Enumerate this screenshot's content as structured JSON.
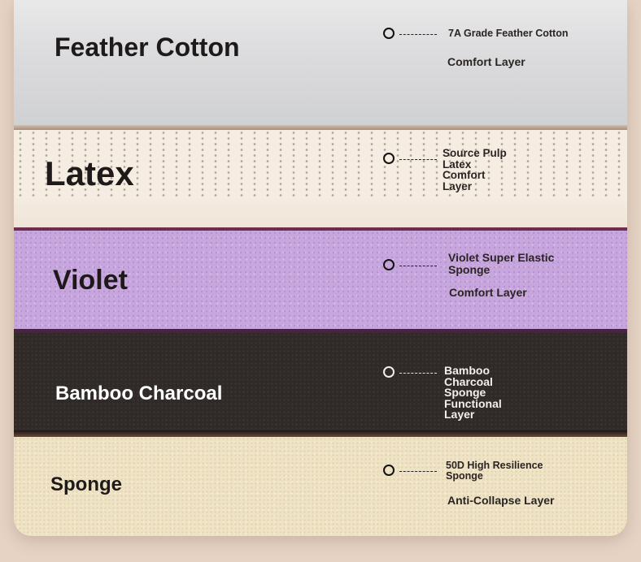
{
  "layers": [
    {
      "name": "Feather Cotton",
      "spec": "7A Grade Feather Cotton",
      "function": "Comfort Layer"
    },
    {
      "name": "Latex",
      "spec": "Source Pulp Latex Comfort Layer",
      "function": ""
    },
    {
      "name": "Violet",
      "spec": "Violet Super Elastic Sponge",
      "function": "Comfort Layer"
    },
    {
      "name": "Bamboo Charcoal",
      "spec": "Bamboo Charcoal Sponge Functional Layer",
      "function": ""
    },
    {
      "name": "Sponge",
      "spec": "50D High Resilience Sponge",
      "function": "Anti-Collapse Layer"
    }
  ],
  "colors": {
    "feather": "#dcdcde",
    "latex": "#f6ede2",
    "violet": "#c7a5dd",
    "charcoal": "#2f2a28",
    "sponge": "#efe3c6"
  }
}
